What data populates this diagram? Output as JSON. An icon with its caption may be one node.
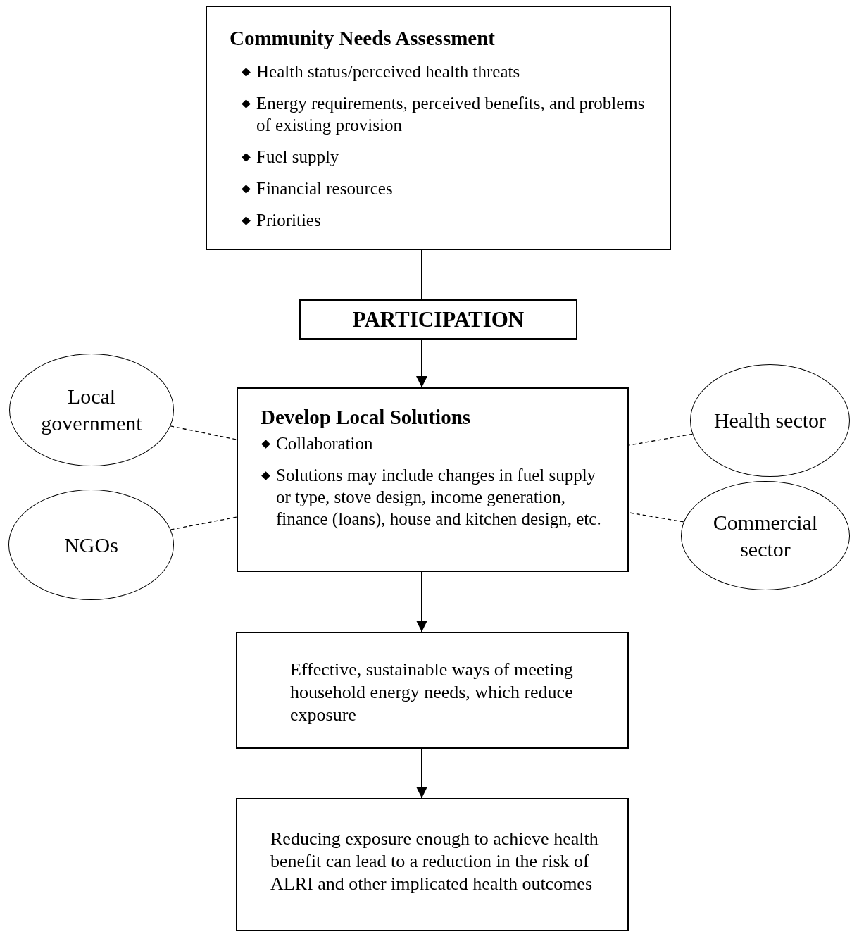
{
  "diagram": {
    "nodes": [
      {
        "text": [
          "Community Needs Assessment",
          "Health status/perceived health threats",
          "Energy requirements, perceived benefits, and problems of existing provision",
          "Fuel supply",
          "Financial resources",
          "Priorities"
        ]
      },
      {
        "text": [
          "PARTICIPATION"
        ]
      },
      {
        "text": [
          "Develop Local Solutions",
          "Collaboration",
          "Solutions may include changes in fuel supply or type, stove design, income generation, finance (loans), house and kitchen design, etc."
        ]
      },
      {
        "text": [
          "Local government"
        ]
      },
      {
        "text": [
          "Health sector"
        ]
      },
      {
        "text": [
          "NGOs"
        ]
      },
      {
        "text": [
          "Commercial sector"
        ]
      },
      {
        "text": [
          "Effective, sustainable ways of meeting household energy needs, which reduce exposure"
        ]
      },
      {
        "text": [
          "Reducing exposure enough to achieve health benefit can lead to a reduction in the risk of ALRI and other implicated health outcomes"
        ]
      }
    ],
    "edges": [
      {
        "from": 0,
        "to": 1,
        "arrow": "none"
      },
      {
        "from": 1,
        "to": 2,
        "arrow": "to"
      },
      {
        "from": 3,
        "to": 2,
        "arrow": "none",
        "style": "dashed"
      },
      {
        "from": 4,
        "to": 2,
        "arrow": "none",
        "style": "dashed"
      },
      {
        "from": 5,
        "to": 2,
        "arrow": "none",
        "style": "dashed"
      },
      {
        "from": 6,
        "to": 2,
        "arrow": "none",
        "style": "dashed"
      },
      {
        "from": 2,
        "to": 7,
        "arrow": "to"
      },
      {
        "from": 7,
        "to": 8,
        "arrow": "to"
      }
    ]
  }
}
